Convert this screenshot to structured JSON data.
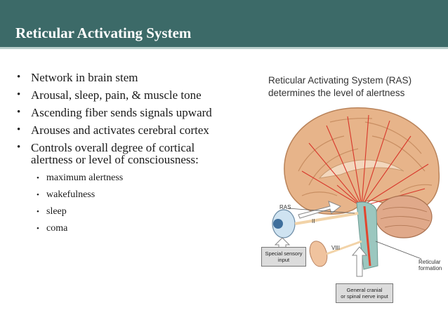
{
  "header": {
    "title": "Reticular Activating System"
  },
  "bullets": [
    {
      "text": "Network in brain stem"
    },
    {
      "text": "Arousal, sleep, pain, & muscle tone"
    },
    {
      "text": "Ascending fiber sends signals upward"
    },
    {
      "text": "Arouses and activates cerebral cortex"
    },
    {
      "text": "Controls overall degree of cortical alertness or level of consciousness:"
    }
  ],
  "sub_bullets": [
    "maximum alertness",
    "wakefulness",
    "sleep",
    "coma"
  ],
  "figure": {
    "caption_line1": "Reticular Activating System (RAS)",
    "caption_line2": "determines the level of alertness",
    "label_ras": "RAS",
    "label_ii": "II",
    "label_viii": "VIII",
    "label_reticular_line1": "Reticular",
    "label_reticular_line2": "formation",
    "box_sensory_line1": "Special sensory",
    "box_sensory_line2": "input",
    "box_cranial_line1": "General cranial",
    "box_cranial_line2": "or spinal nerve input"
  }
}
